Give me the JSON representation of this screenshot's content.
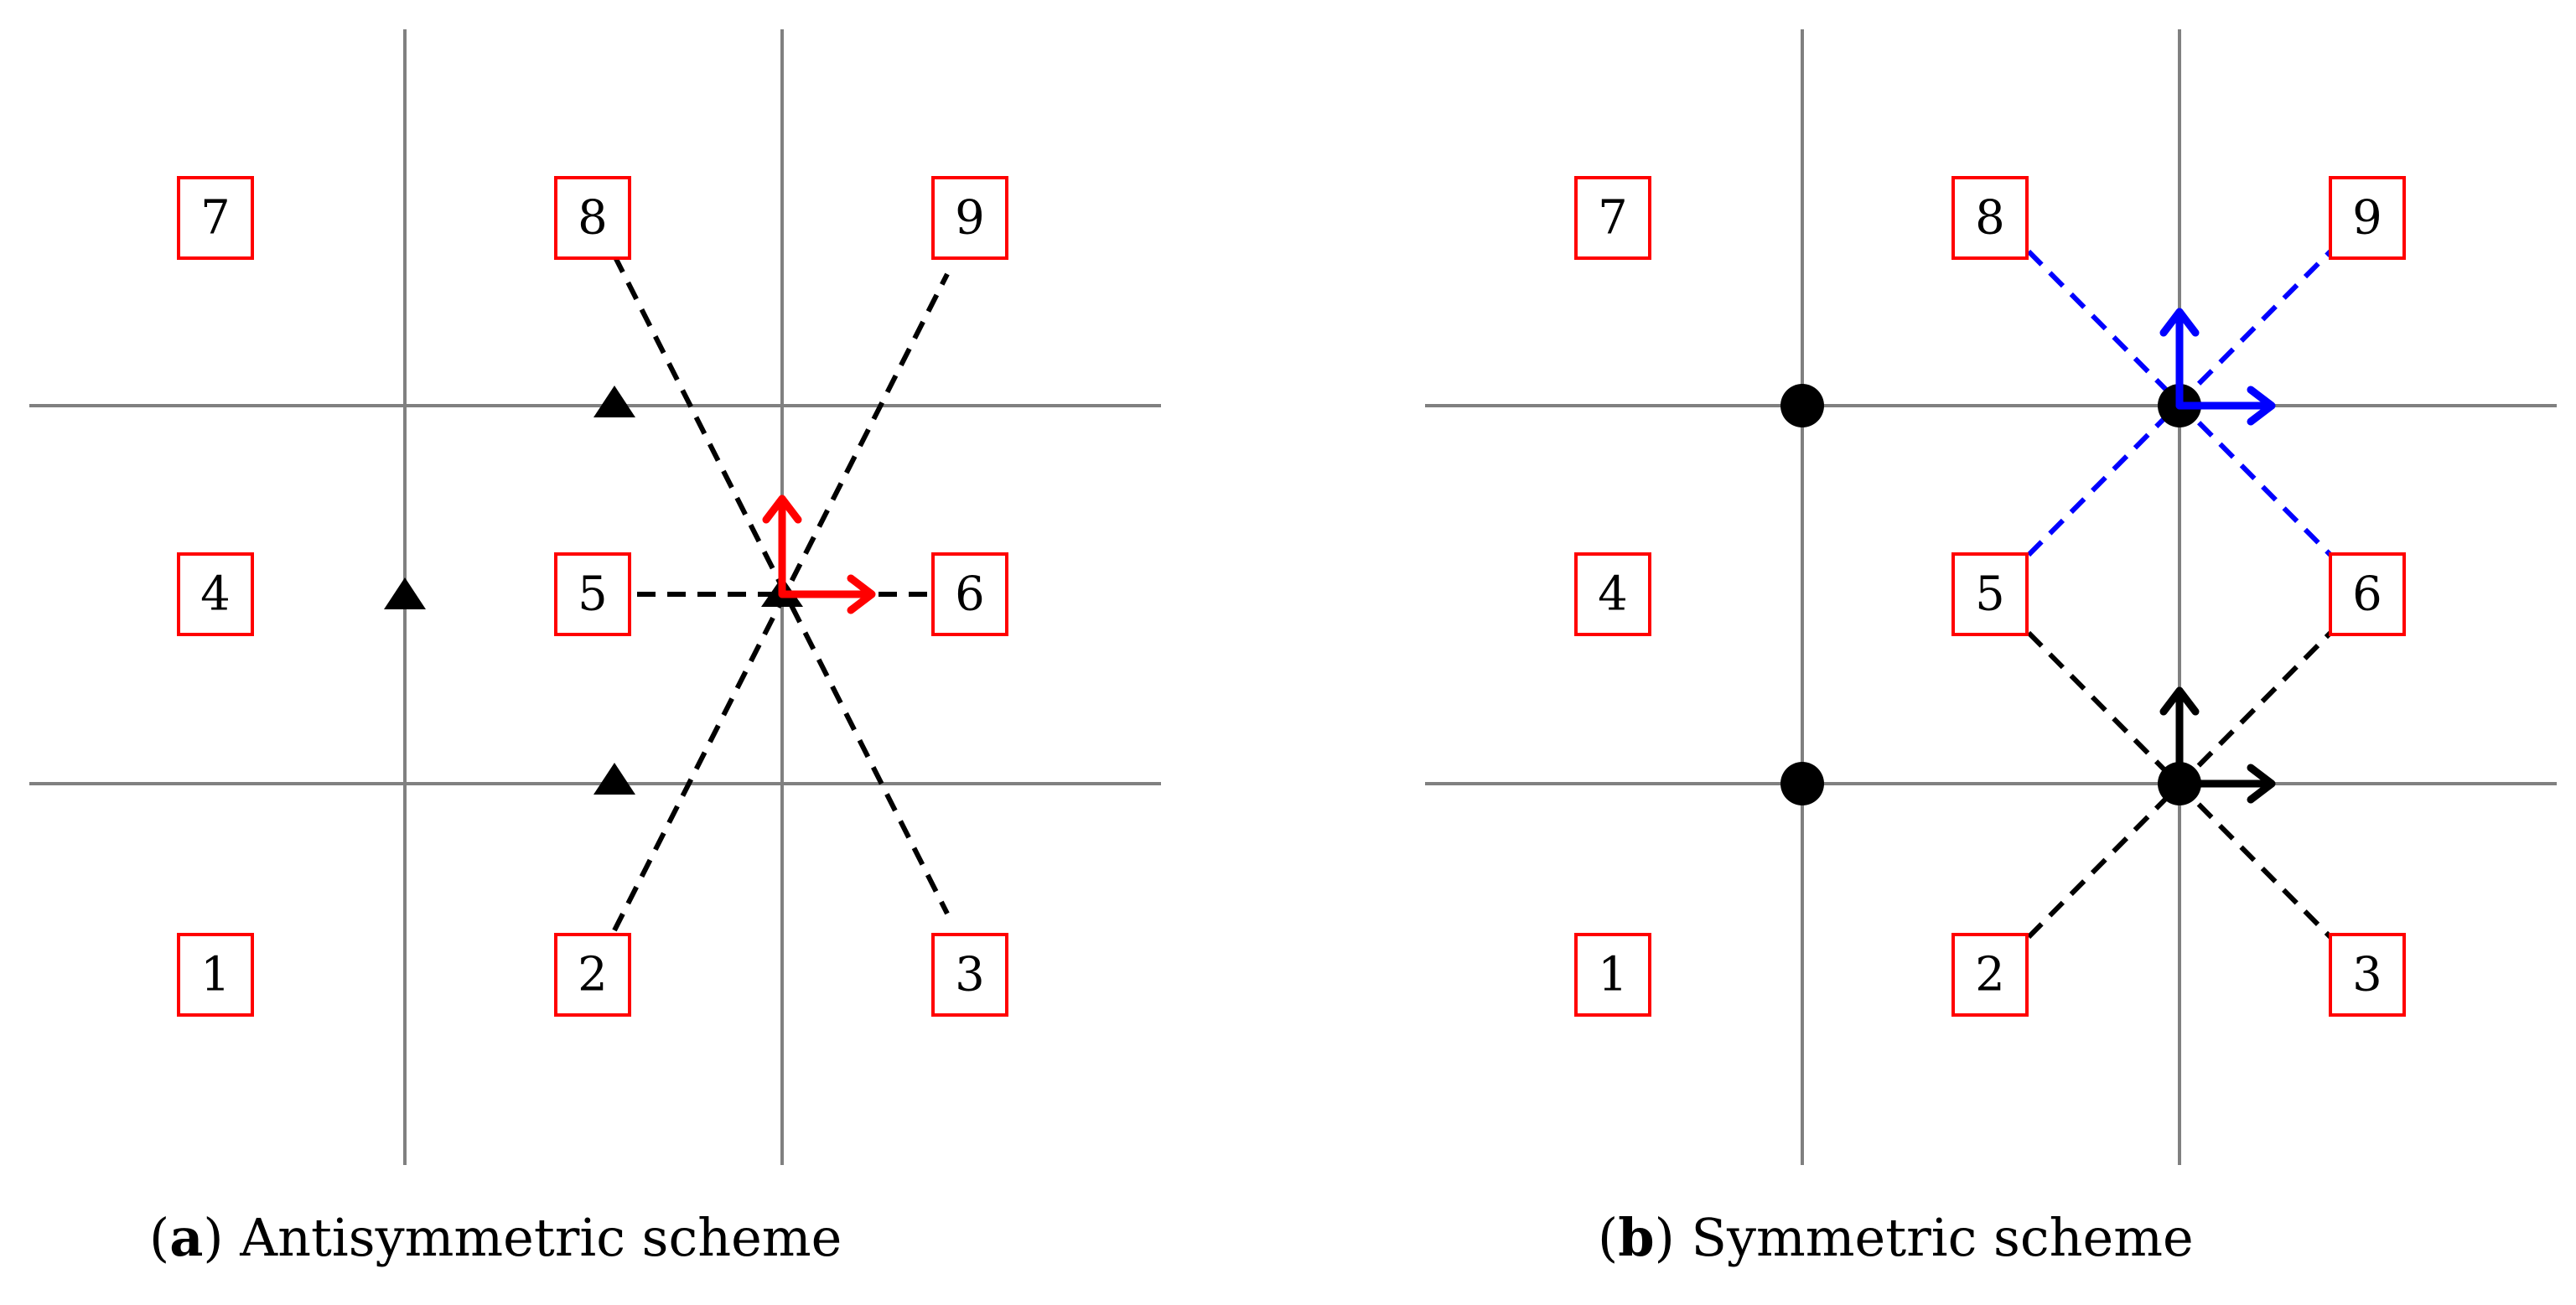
{
  "panel_a": {
    "caption_letter": "a",
    "caption_text": "Antisymmetric scheme",
    "nodes": [
      "1",
      "2",
      "3",
      "4",
      "5",
      "6",
      "7",
      "8",
      "9"
    ]
  },
  "panel_b": {
    "caption_letter": "b",
    "caption_text": "Symmetric scheme",
    "nodes": [
      "1",
      "2",
      "3",
      "4",
      "5",
      "6",
      "7",
      "8",
      "9"
    ]
  },
  "colors": {
    "node_border": "#ff0000",
    "grid": "#808080",
    "antisymmetric_arrow": "#ff0000",
    "symmetric_upper_arrow": "#0000ff",
    "symmetric_lower_arrow": "#000000",
    "stencil_line": "#000000",
    "symmetric_upper_stencil": "#0000ff"
  }
}
